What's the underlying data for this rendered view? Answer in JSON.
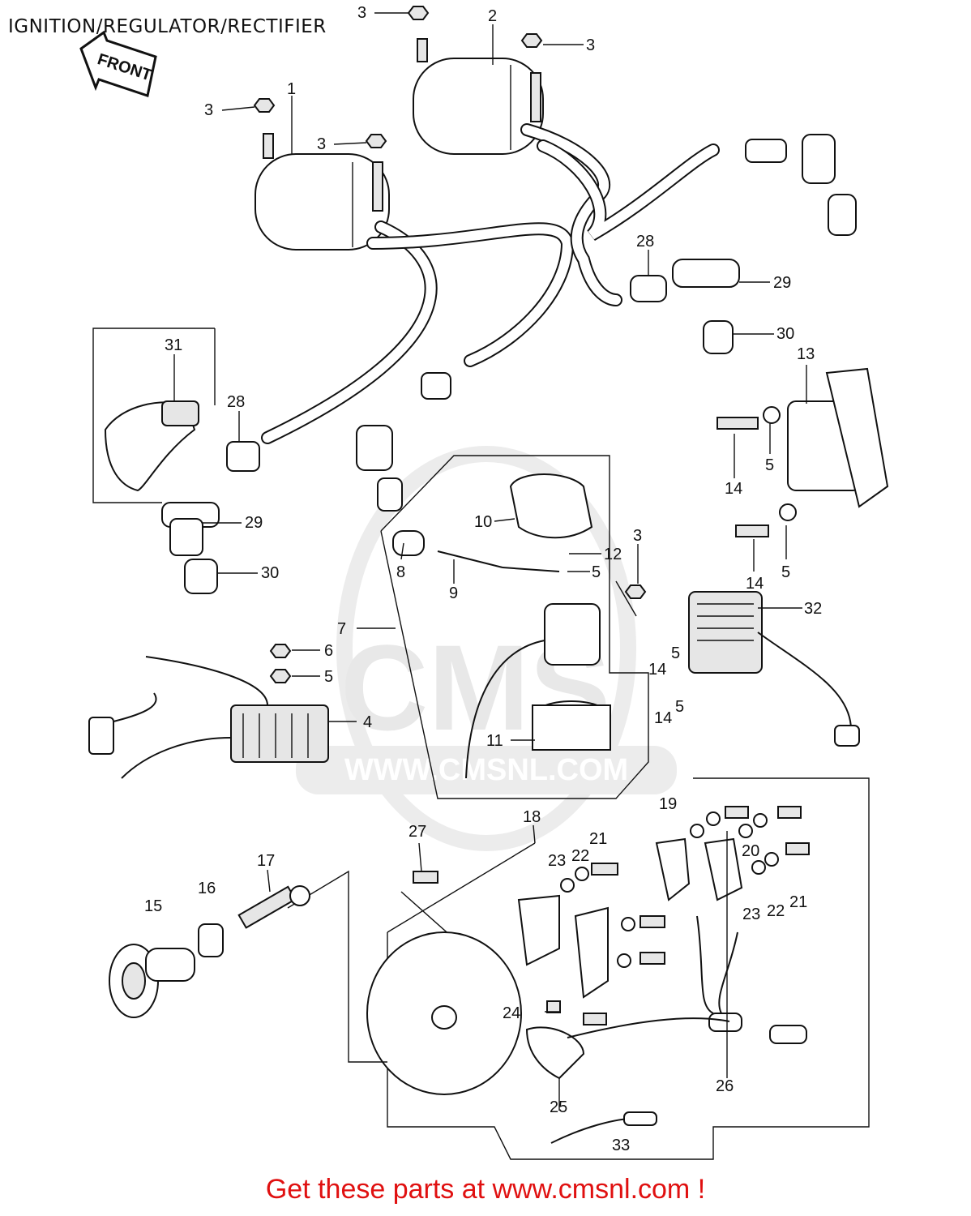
{
  "title": "IGNITION/REGULATOR/RECTIFIER",
  "front_label": "FRONT",
  "watermark": {
    "logo": "CMS",
    "url": "WWW.CMSNL.COM"
  },
  "footer": "Get these parts at www.cmsnl.com !",
  "callouts": [
    {
      "id": "c3a",
      "text": "3"
    },
    {
      "id": "c2",
      "text": "2"
    },
    {
      "id": "c3b",
      "text": "3"
    },
    {
      "id": "c3c",
      "text": "3"
    },
    {
      "id": "c1",
      "text": "1"
    },
    {
      "id": "c3d",
      "text": "3"
    },
    {
      "id": "c28a",
      "text": "28"
    },
    {
      "id": "c29a",
      "text": "29"
    },
    {
      "id": "c30a",
      "text": "30"
    },
    {
      "id": "c31",
      "text": "31"
    },
    {
      "id": "c28b",
      "text": "28"
    },
    {
      "id": "c29b",
      "text": "29"
    },
    {
      "id": "c30b",
      "text": "30"
    },
    {
      "id": "c13",
      "text": "13"
    },
    {
      "id": "c14a",
      "text": "14"
    },
    {
      "id": "c5a",
      "text": "5"
    },
    {
      "id": "c10",
      "text": "10"
    },
    {
      "id": "c3e",
      "text": "3"
    },
    {
      "id": "c12",
      "text": "12"
    },
    {
      "id": "c5b",
      "text": "5"
    },
    {
      "id": "c8",
      "text": "8"
    },
    {
      "id": "c9",
      "text": "9"
    },
    {
      "id": "c14b",
      "text": "14"
    },
    {
      "id": "c5c",
      "text": "5"
    },
    {
      "id": "c32",
      "text": "32"
    },
    {
      "id": "c7",
      "text": "7"
    },
    {
      "id": "c6",
      "text": "6"
    },
    {
      "id": "c5d",
      "text": "5"
    },
    {
      "id": "c14c",
      "text": "14"
    },
    {
      "id": "c5e",
      "text": "5"
    },
    {
      "id": "c4",
      "text": "4"
    },
    {
      "id": "c14d",
      "text": "14"
    },
    {
      "id": "c5f",
      "text": "5"
    },
    {
      "id": "c11",
      "text": "11"
    },
    {
      "id": "c18",
      "text": "18"
    },
    {
      "id": "c19",
      "text": "19"
    },
    {
      "id": "c27",
      "text": "27"
    },
    {
      "id": "c17",
      "text": "17"
    },
    {
      "id": "c21a",
      "text": "21"
    },
    {
      "id": "c23a",
      "text": "23"
    },
    {
      "id": "c22a",
      "text": "22"
    },
    {
      "id": "c20",
      "text": "20"
    },
    {
      "id": "c16",
      "text": "16"
    },
    {
      "id": "c15",
      "text": "15"
    },
    {
      "id": "c23b",
      "text": "23"
    },
    {
      "id": "c22b",
      "text": "22"
    },
    {
      "id": "c21b",
      "text": "21"
    },
    {
      "id": "c24",
      "text": "24"
    },
    {
      "id": "c26",
      "text": "26"
    },
    {
      "id": "c25",
      "text": "25"
    },
    {
      "id": "c33",
      "text": "33"
    }
  ]
}
